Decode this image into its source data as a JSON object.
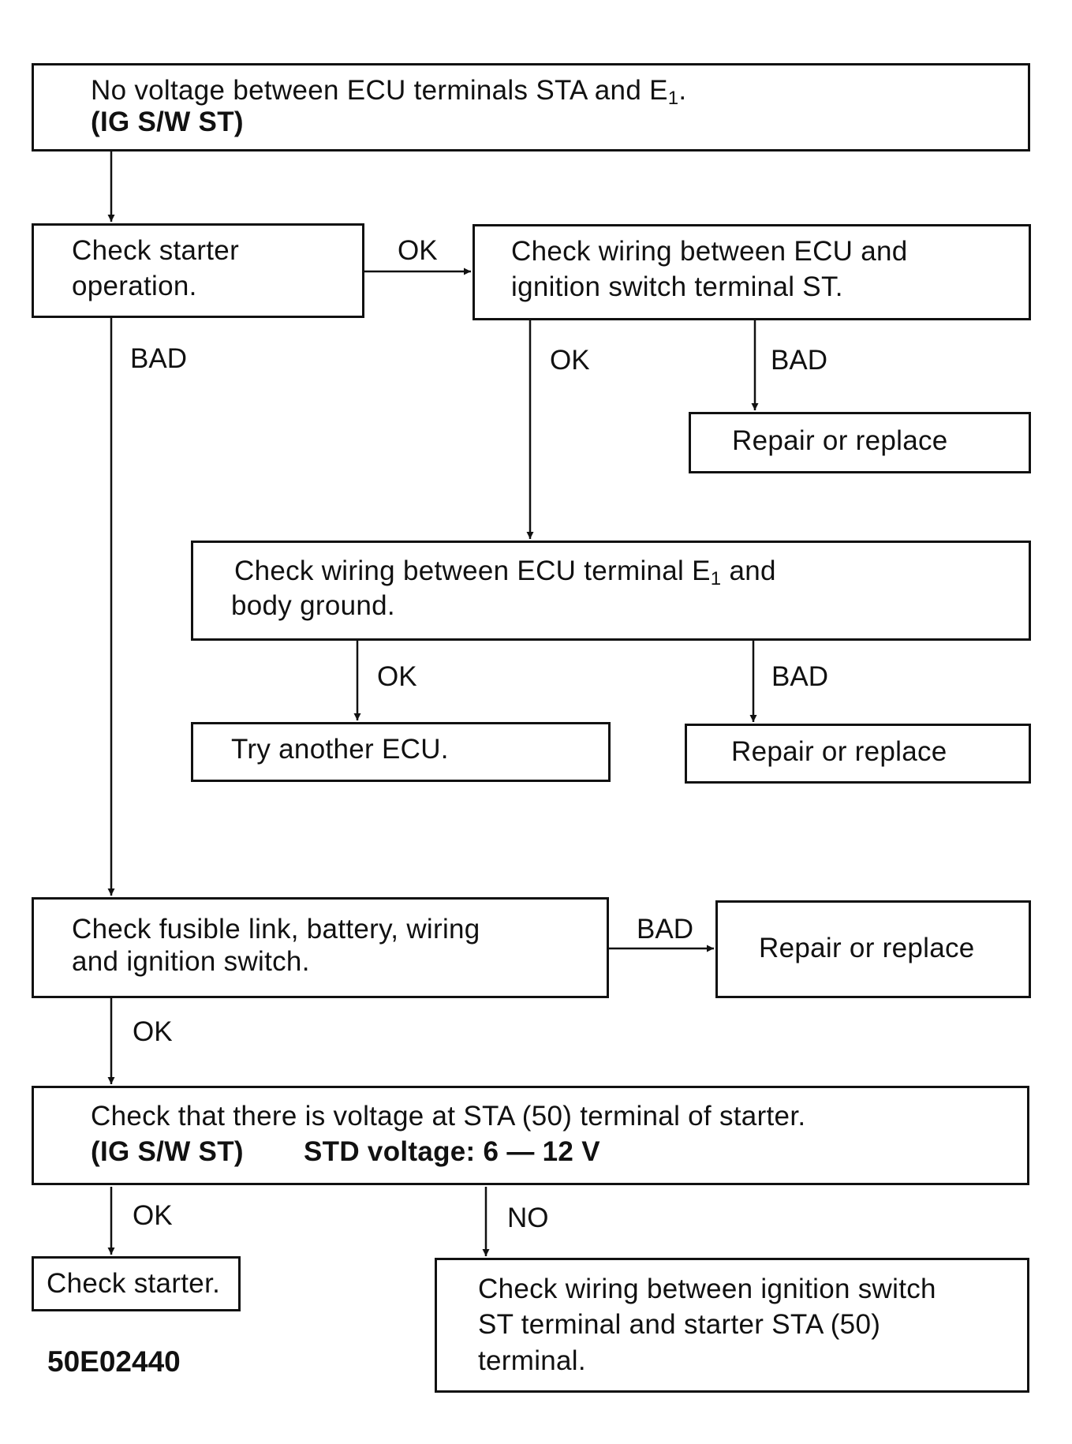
{
  "diagram_id": "50E02440",
  "nodes": {
    "start": {
      "line1": "No voltage between ECU terminals STA and E",
      "line1_sub": "1",
      "line1_end": ".",
      "line2": "(IG S/W ST)"
    },
    "check_starter_op": {
      "line1": "Check starter",
      "line2": "operation."
    },
    "check_wiring_ecu_ig": {
      "line1": "Check wiring between ECU and",
      "line2": "ignition switch terminal ST."
    },
    "repair1": {
      "text": "Repair or replace"
    },
    "check_wiring_e1": {
      "line1": "Check wiring between ECU terminal E",
      "line1_sub": "1",
      "line1_end": " and",
      "line2": "body ground."
    },
    "try_ecu": {
      "text": "Try another ECU."
    },
    "repair2": {
      "text": "Repair or replace"
    },
    "check_fusible": {
      "line1": "Check fusible link, battery, wiring",
      "line2": "and ignition switch."
    },
    "repair3": {
      "text": "Repair or replace"
    },
    "check_voltage": {
      "line1": "Check that there is voltage at STA (50) terminal of starter.",
      "line2a": "(IG S/W ST)",
      "line2b": "STD voltage:  6 — 12 V"
    },
    "check_starter": {
      "text": "Check starter."
    },
    "check_wiring_ig_sta": {
      "line1": "Check wiring between ignition switch",
      "line2": "ST terminal and starter STA (50)",
      "line3": "terminal."
    }
  },
  "edge_labels": {
    "starter_ok": "OK",
    "starter_bad": "BAD",
    "wiring_ecu_ok": "OK",
    "wiring_ecu_bad": "BAD",
    "wiring_e1_ok": "OK",
    "wiring_e1_bad": "BAD",
    "fusible_bad": "BAD",
    "fusible_ok": "OK",
    "voltage_ok": "OK",
    "voltage_no": "NO"
  }
}
